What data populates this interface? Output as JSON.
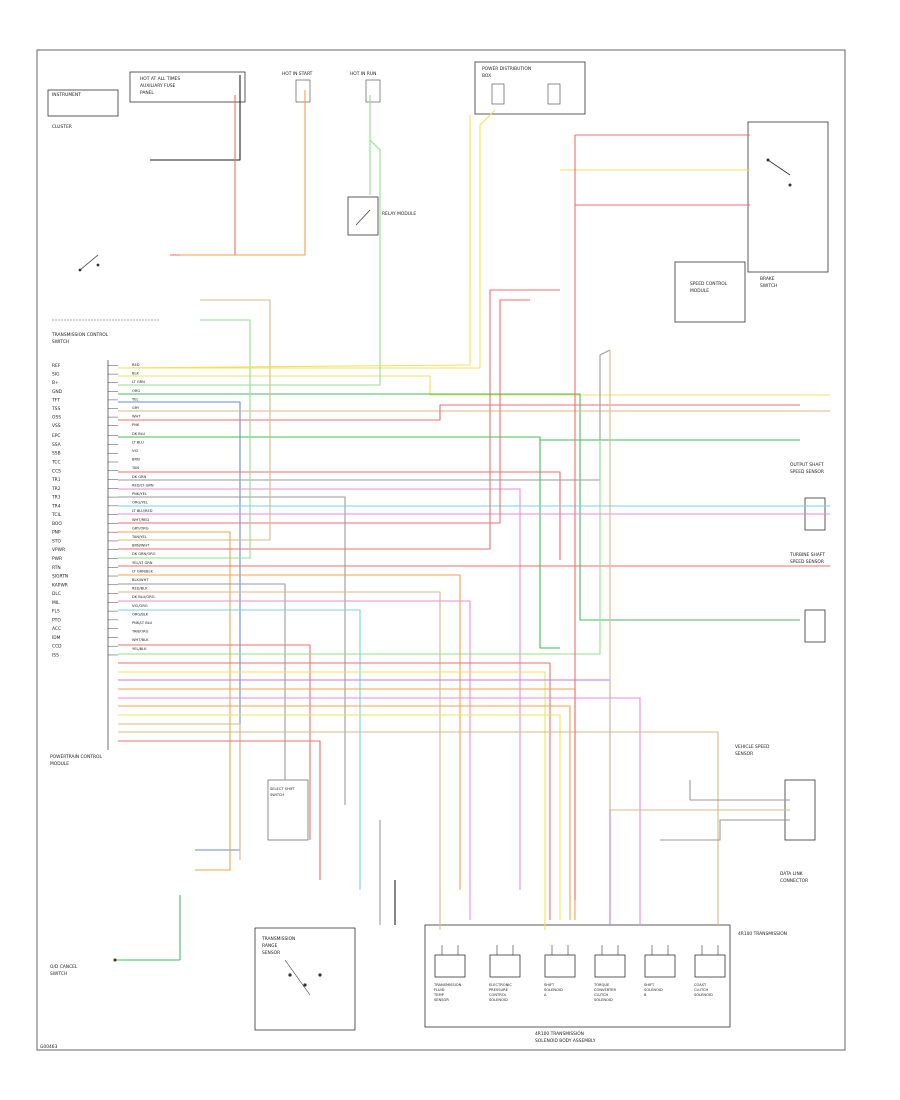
{
  "footer_code": "G00463",
  "components": {
    "hot_at_all_times_fuse": [
      "HOT AT ALL TIMES"
    ],
    "hot_in_start_fuse": [
      "HOT IN START"
    ],
    "hot_in_run_fuse": [
      "HOT IN RUN"
    ],
    "auxiliary_fuse_panel": [
      "AUXILIARY FUSE",
      "PANEL"
    ],
    "power_distribution_box": [
      "POWER DISTRIBUTION",
      "BOX"
    ],
    "relay_module": [
      "RELAY MODULE"
    ],
    "select_shift_switch": [
      "SELECT SHIFT",
      "SWITCH"
    ],
    "brake_switch": [
      "BRAKE",
      "SWITCH"
    ],
    "transmission_control_switch": [
      "TRANSMISSION CONTROL",
      "SWITCH"
    ],
    "powertrain_control_module": [
      "POWERTRAIN CONTROL",
      "MODULE"
    ],
    "output_shaft_speed_sensor": [
      "OUTPUT SHAFT",
      "SPEED SENSOR"
    ],
    "turbine_shaft_speed_sensor": [
      "TURBINE SHAFT",
      "SPEED SENSOR"
    ],
    "transmission_range_sensor": [
      "TRANSMISSION",
      "RANGE",
      "SENSOR"
    ],
    "shift_solenoids_title": [
      "4R100 TRANSMISSION",
      "SOLENOID BODY ASSEMBLY"
    ],
    "solenoids": [
      "TRANSMISSION FLUID TEMP SENSOR",
      "ELECTRONIC PRESSURE CONTROL SOLENOID",
      "SHIFT SOLENOID A",
      "TORQUE CONVERTER CLUTCH SOLENOID",
      "SHIFT SOLENOID B",
      "COAST CLUTCH SOLENOID"
    ],
    "cruise_control_module": [
      "SPEED CONTROL",
      "MODULE"
    ],
    "instrument_cluster": [
      "INSTRUMENT",
      "CLUSTER"
    ],
    "data_link_connector": [
      "DATA LINK",
      "CONNECTOR"
    ],
    "vehicle_speed_sensor": [
      "VEHICLE SPEED",
      "SENSOR"
    ],
    "overdrive_cancel_switch": [
      "O/D CANCEL",
      "SWITCH"
    ]
  },
  "pin_labels": [
    "REF",
    "SIG",
    "B+",
    "GND",
    "TFT",
    "TSS",
    "OSS",
    "VSS",
    "EPC",
    "SSA",
    "SSB",
    "TCC",
    "CCS",
    "TR1",
    "TR2",
    "TR3",
    "TR4",
    "TCIL",
    "BOO",
    "PNP",
    "STO",
    "VPWR",
    "PWR",
    "RTN",
    "SIGRTN",
    "KAPWR",
    "DLC",
    "MIL",
    "FLS",
    "PTO",
    "ACC",
    "IDM",
    "CCD",
    "ISS"
  ],
  "wire_labels": [
    "RED",
    "BLK",
    "LT GRN",
    "ORG",
    "YEL",
    "GRY",
    "WHT",
    "PNK",
    "DK BLU",
    "LT BLU",
    "VIO",
    "BRN",
    "TAN",
    "DK GRN",
    "RED/LT GRN",
    "PNK/YEL",
    "ORG/YEL",
    "LT BLU/RED",
    "WHT/RED",
    "GRY/ORG",
    "TAN/YEL",
    "BRN/WHT",
    "DK GRN/ORG",
    "YEL/LT GRN",
    "LT GRN/BLK",
    "BLK/WHT",
    "RED/BLK",
    "DK BLU/ORG",
    "VIO/ORG",
    "ORG/BLK",
    "PNK/LT BLU",
    "TAN/ORG",
    "WHT/BLK",
    "YEL/BLK"
  ],
  "wire_colors": {
    "red": "#f26d6d",
    "orange": "#f6a24a",
    "yellow": "#f2e05a",
    "light_green": "#8fe08f",
    "green": "#3fbf5a",
    "light_blue": "#6fd6e8",
    "blue": "#6a8bd8",
    "pink": "#f08ad8",
    "violet": "#c47ae0",
    "tan": "#d9b98a",
    "gray": "#9a9a9a",
    "black": "#222222"
  }
}
